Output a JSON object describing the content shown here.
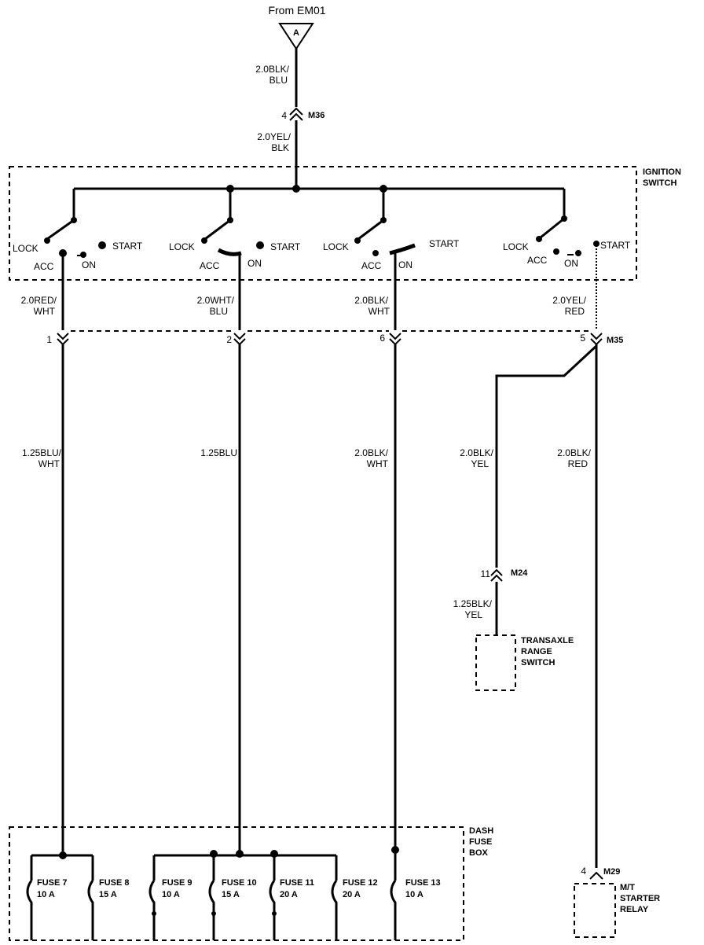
{
  "source": {
    "label": "From EM01",
    "connector": "A"
  },
  "top_wires": {
    "upper": [
      "2.0BLK/",
      "BLU"
    ],
    "lower": [
      "2.0YEL/",
      "BLK"
    ],
    "pin": "4",
    "connector": "M36"
  },
  "ignition_switch": {
    "title": [
      "IGNITION",
      "SWITCH"
    ],
    "positions": {
      "lock": "LOCK",
      "acc": "ACC",
      "on": "ON",
      "start": "START"
    },
    "decks": [
      {
        "wire": [
          "2.0RED/",
          "WHT"
        ],
        "pin": "1"
      },
      {
        "wire": [
          "2.0WHT/",
          "BLU"
        ],
        "pin": "2"
      },
      {
        "wire": [
          "2.0BLK/",
          "WHT"
        ],
        "pin": "6"
      },
      {
        "wire": [
          "2.0YEL/",
          "RED"
        ],
        "pin": "5",
        "connector": "M35"
      }
    ]
  },
  "mid_wires": [
    [
      "1.25BLU/",
      "WHT"
    ],
    [
      "1.25BLU"
    ],
    [
      "2.0BLK/",
      "WHT"
    ],
    [
      "2.0BLK/",
      "YEL"
    ],
    [
      "2.0BLK/",
      "RED"
    ]
  ],
  "m24": {
    "pin": "11",
    "connector": "M24",
    "wire": [
      "1.25BLK/",
      "YEL"
    ]
  },
  "transaxle_range_switch": [
    "TRANSAXLE",
    "RANGE",
    "SWITCH"
  ],
  "dash_fuse_box": {
    "title": [
      "DASH",
      "FUSE",
      "BOX"
    ],
    "fuses": [
      {
        "name": "FUSE 7",
        "rating": "10 A"
      },
      {
        "name": "FUSE 8",
        "rating": "15 A"
      },
      {
        "name": "FUSE 9",
        "rating": "10 A"
      },
      {
        "name": "FUSE 10",
        "rating": "15 A"
      },
      {
        "name": "FUSE 11",
        "rating": "20 A"
      },
      {
        "name": "FUSE 12",
        "rating": "20 A"
      },
      {
        "name": "FUSE 13",
        "rating": "10 A"
      }
    ]
  },
  "starter_relay": {
    "pin": "4",
    "connector": "M29",
    "title": [
      "M/T",
      "STARTER",
      "RELAY"
    ]
  }
}
